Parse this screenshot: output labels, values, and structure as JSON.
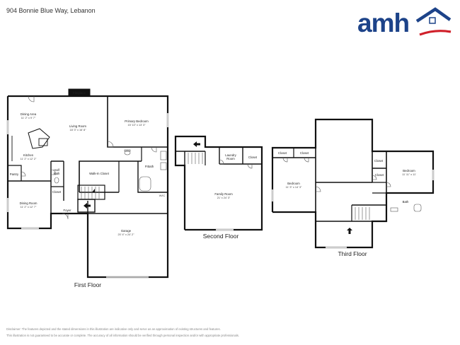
{
  "header": {
    "address": "904 Bonnie Blue Way, Lebanon"
  },
  "logo": {
    "text": "amh",
    "brand_color": "#1d4389",
    "accent_color": "#d0202a",
    "icon": "house-roof-icon"
  },
  "floors": {
    "first": {
      "label": "First Floor"
    },
    "second": {
      "label": "Second Floor"
    },
    "third": {
      "label": "Third Floor"
    }
  },
  "rooms": {
    "fireplace": "Fireplace",
    "dining_area": {
      "name": "Dining Area",
      "dims": "11' 2\" x 9' 7\""
    },
    "living_room": {
      "name": "Living Room",
      "dims": "18' 3\" x 16' 8\""
    },
    "primary_bedroom": {
      "name": "Primary Bedroom",
      "dims": "15' 10\" x 13' 3\""
    },
    "kitchen": {
      "name": "Kitchen",
      "dims": "11' 2\" x 12' 2\""
    },
    "half_bath": {
      "line1": "Half",
      "line2": "Bath"
    },
    "pantry": "Pantry",
    "walk_in_closet": "Walk-In Closet",
    "pbath": "P.Bath",
    "wic": "W/IC",
    "closet": "Closet",
    "dining_room": {
      "name": "Dining Room",
      "dims": "11' 2\" x 12' 7\""
    },
    "foyer": "Foyer",
    "garage": {
      "name": "Garage",
      "dims": "20' 4\" x 24' 2\""
    },
    "laundry": {
      "line1": "Laundry",
      "line2": "Room"
    },
    "family_room": {
      "name": "Family Room",
      "dims": "21' x 24' 3\""
    },
    "bedroom_left": {
      "name": "Bedroom",
      "dims": "11' 3\" x 14' 3\""
    },
    "bedroom_right": {
      "name": "Bedroom",
      "dims": "11' 11\" x 11'"
    },
    "bath": "Bath"
  },
  "footer": {
    "disclaimer1": "Disclaimer: The features depicted and the stated dimensions in this illustration are indicative only and serve as an approximation of existing structures and features.",
    "disclaimer2": "This illustration is not guaranteed to be accurate or complete. The accuracy of all information should be verified through personal inspection and/or with appropriate professionals."
  }
}
